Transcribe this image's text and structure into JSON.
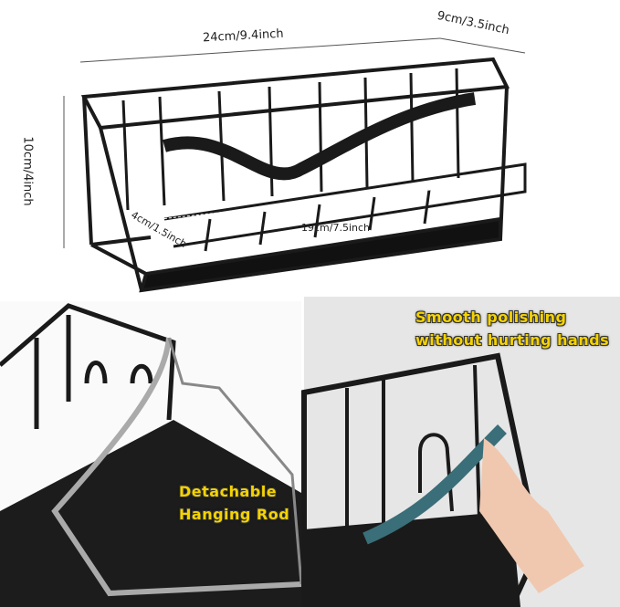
{
  "dimensions": {
    "length": "24cm/9.4inch",
    "width": "9cm/3.5inch",
    "height": "10cm/4inch",
    "depth": "4cm/1.5inch",
    "inner_length": "19cm/7.5inch"
  },
  "callouts": {
    "polishing_line1": "Smooth polishing",
    "polishing_line2": "without hurting hands",
    "rod_line1": "Detachable",
    "rod_line2": "Hanging Rod"
  },
  "colors": {
    "callout_text": "#f5d300",
    "metal": "#1a1a1a",
    "panel_bg": "#e6e6e6"
  }
}
